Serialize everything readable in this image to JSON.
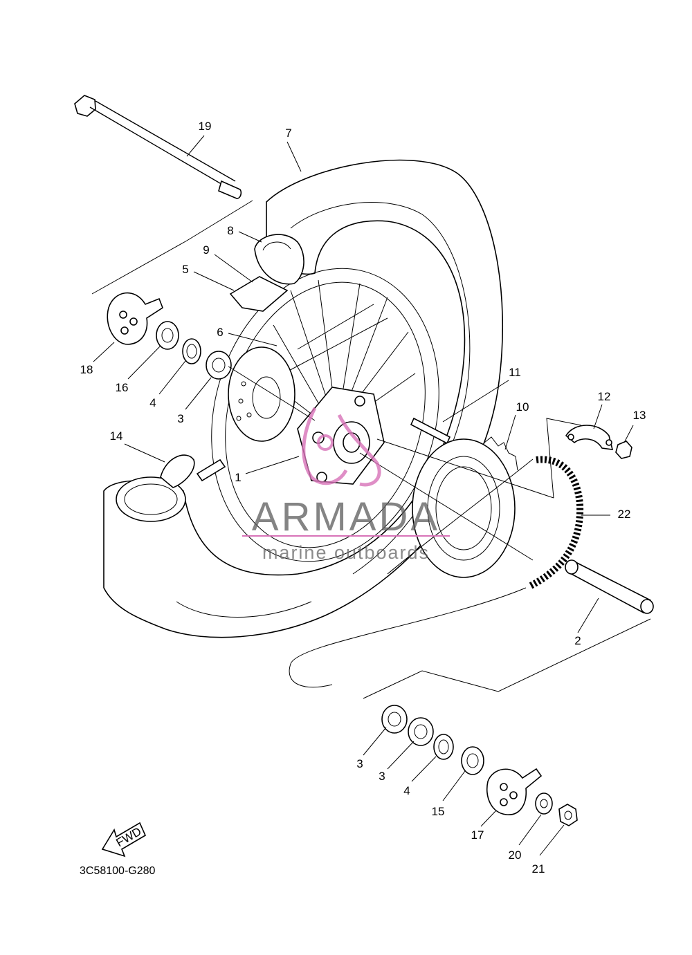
{
  "diagram": {
    "code": "3C58100-G280",
    "fwd_label": "FWD",
    "watermark": {
      "name": "ARMADA",
      "tagline": "marine outboards"
    },
    "callouts": {
      "c1": "1",
      "c2": "2",
      "c3a": "3",
      "c3b": "3",
      "c3c": "3",
      "c4a": "4",
      "c4b": "4",
      "c5": "5",
      "c6": "6",
      "c7": "7",
      "c8": "8",
      "c9": "9",
      "c10": "10",
      "c11": "11",
      "c12": "12",
      "c13": "13",
      "c14": "14",
      "c15": "15",
      "c16": "16",
      "c17": "17",
      "c18": "18",
      "c19": "19",
      "c20": "20",
      "c21": "21",
      "c22": "22"
    },
    "colors": {
      "line": "#000000",
      "watermark_text": "#5b5b5b",
      "watermark_logo": "#d873b8"
    }
  }
}
